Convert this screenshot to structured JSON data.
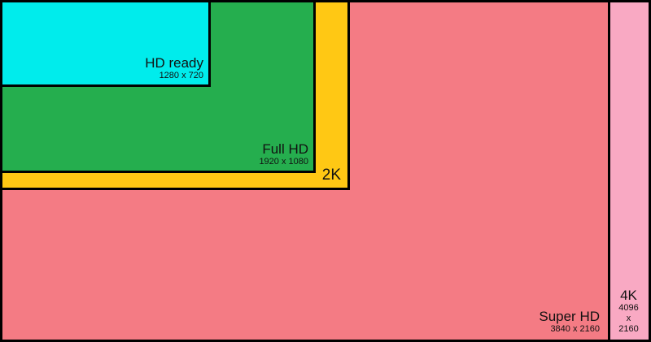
{
  "colors": {
    "hd_ready": "#00ECEC",
    "full_hd": "#25AE4E",
    "two_k": "#FFC814",
    "super_hd": "#F47B84",
    "four_k": "#F9A9C3",
    "border": "#000000"
  },
  "resolutions": {
    "hd_ready": {
      "name": "HD ready",
      "dims": "1280 x 720"
    },
    "full_hd": {
      "name": "Full HD",
      "dims": "1920 x 1080"
    },
    "two_k": {
      "name": "2K"
    },
    "super_hd": {
      "name": "Super HD",
      "dims": "3840 x 2160"
    },
    "four_k": {
      "name": "4K",
      "dims_w": "4096",
      "dims_x": "x",
      "dims_h": "2160"
    }
  }
}
